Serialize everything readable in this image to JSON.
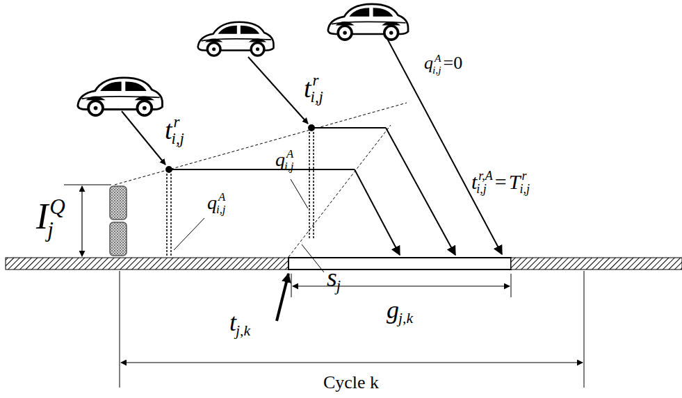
{
  "diagram": {
    "labels": [
      "I",
      "Q",
      "j",
      "t",
      "r",
      "i,j",
      "t",
      "r",
      "i,j",
      "q",
      "A",
      "i,j",
      "q",
      "A",
      "i,j",
      "s",
      "j",
      "q",
      "A",
      "i,j",
      "=0",
      "t",
      "r,A",
      "i,j",
      "=",
      "T",
      "r",
      "i,j",
      "t",
      "j,k",
      "g",
      "j,k",
      "Cycle k"
    ]
  }
}
